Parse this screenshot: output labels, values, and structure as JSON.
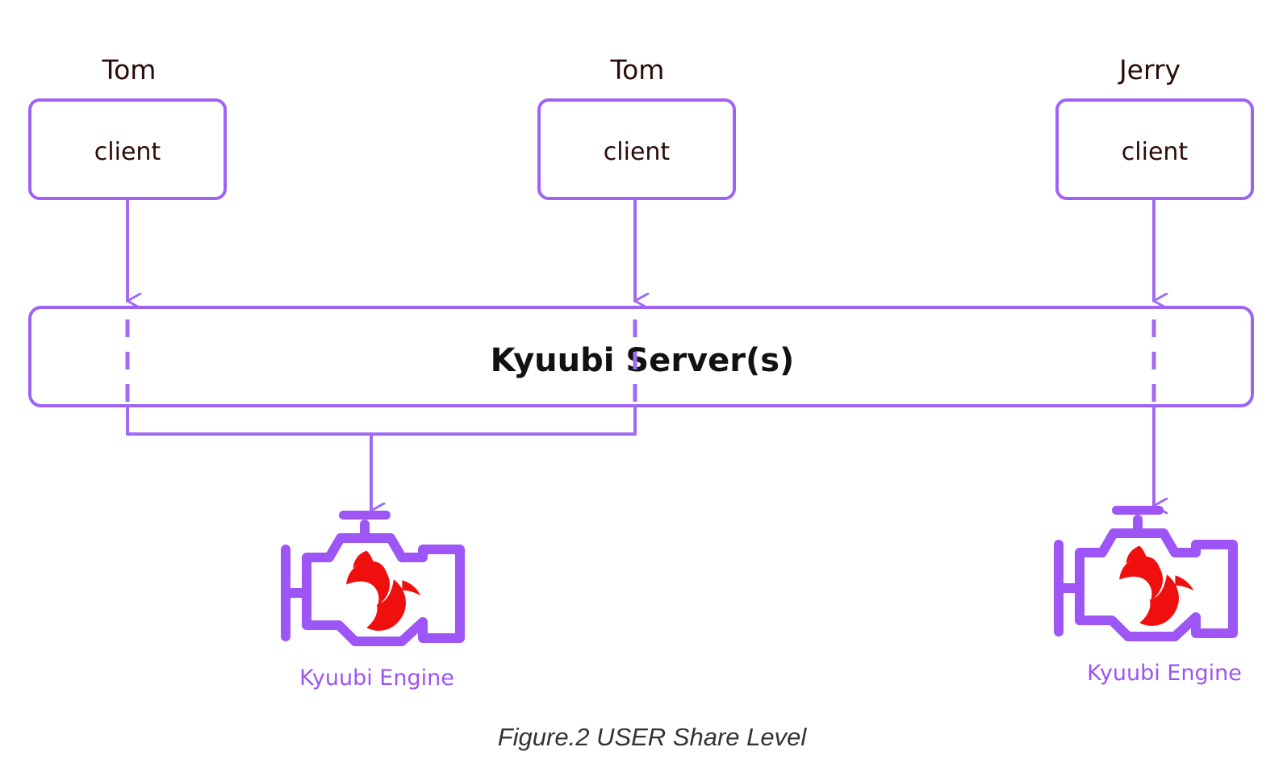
{
  "diagram": {
    "users": [
      {
        "name": "Tom",
        "client_label": "client"
      },
      {
        "name": "Tom",
        "client_label": "client"
      },
      {
        "name": "Jerry",
        "client_label": "client"
      }
    ],
    "server": {
      "label": "Kyuubi Server(s)"
    },
    "engines": [
      {
        "label": "Kyuubi Engine"
      },
      {
        "label": "Kyuubi Engine"
      }
    ],
    "caption": "Figure.2 USER Share Level"
  },
  "colors": {
    "accent": "#9f63f3",
    "engine_mascot": "#f00f0f",
    "text": "#2b0a0a"
  },
  "icons": {
    "engine": "engine-icon",
    "mascot": "kyuubi-fox-icon"
  }
}
